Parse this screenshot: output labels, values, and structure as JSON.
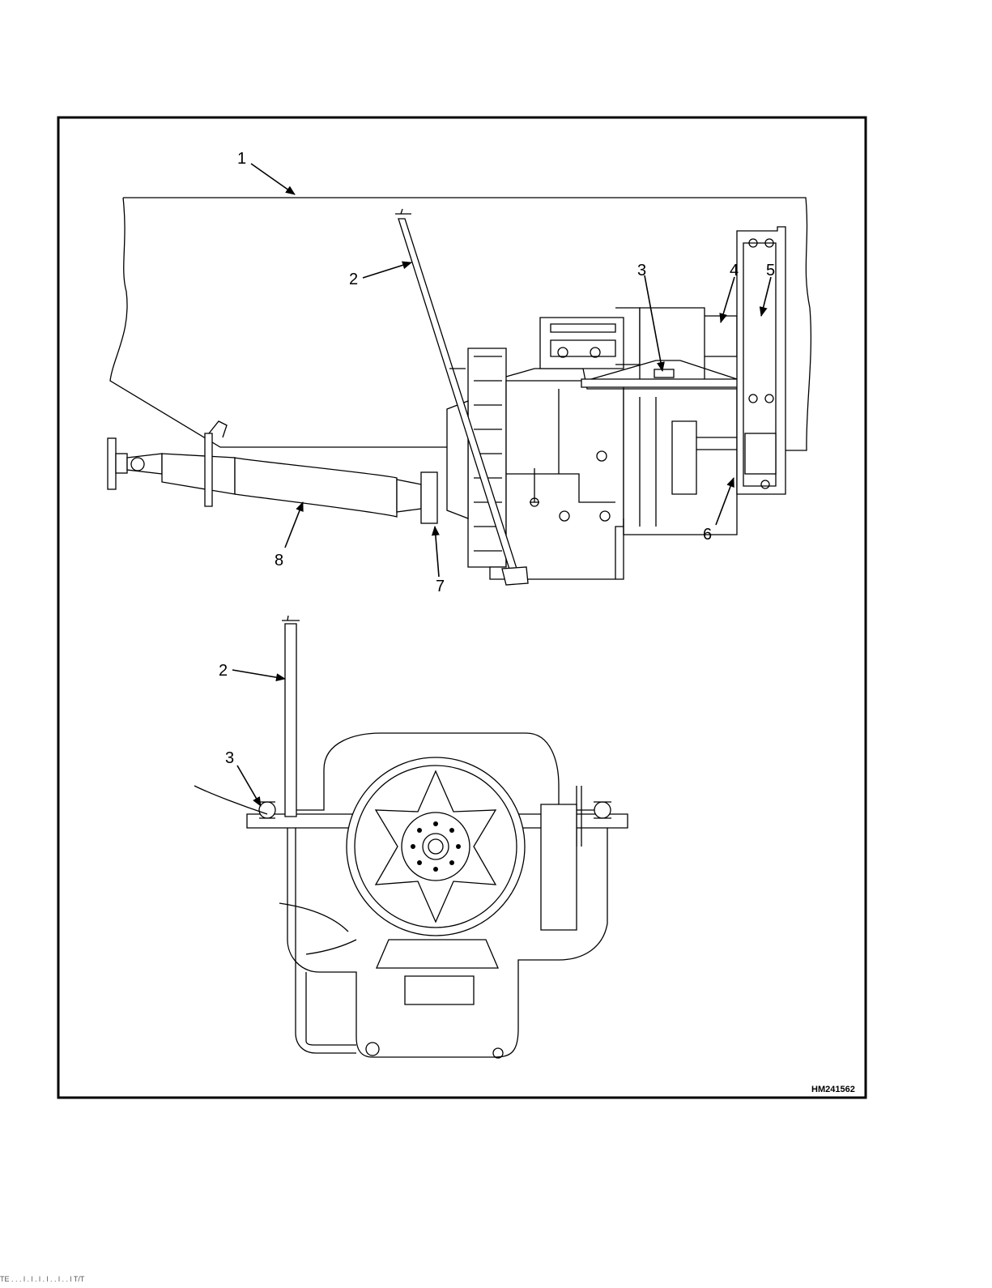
{
  "figure": {
    "id": "HM241562",
    "callouts": {
      "c1": "1",
      "c2a": "2",
      "c3a": "3",
      "c4": "4",
      "c5": "5",
      "c6": "6",
      "c7": "7",
      "c8": "8",
      "c2b": "2",
      "c3b": "3"
    }
  },
  "footer": {
    "text": "TE . . . l . l . l . l . . l . . l T/T"
  }
}
